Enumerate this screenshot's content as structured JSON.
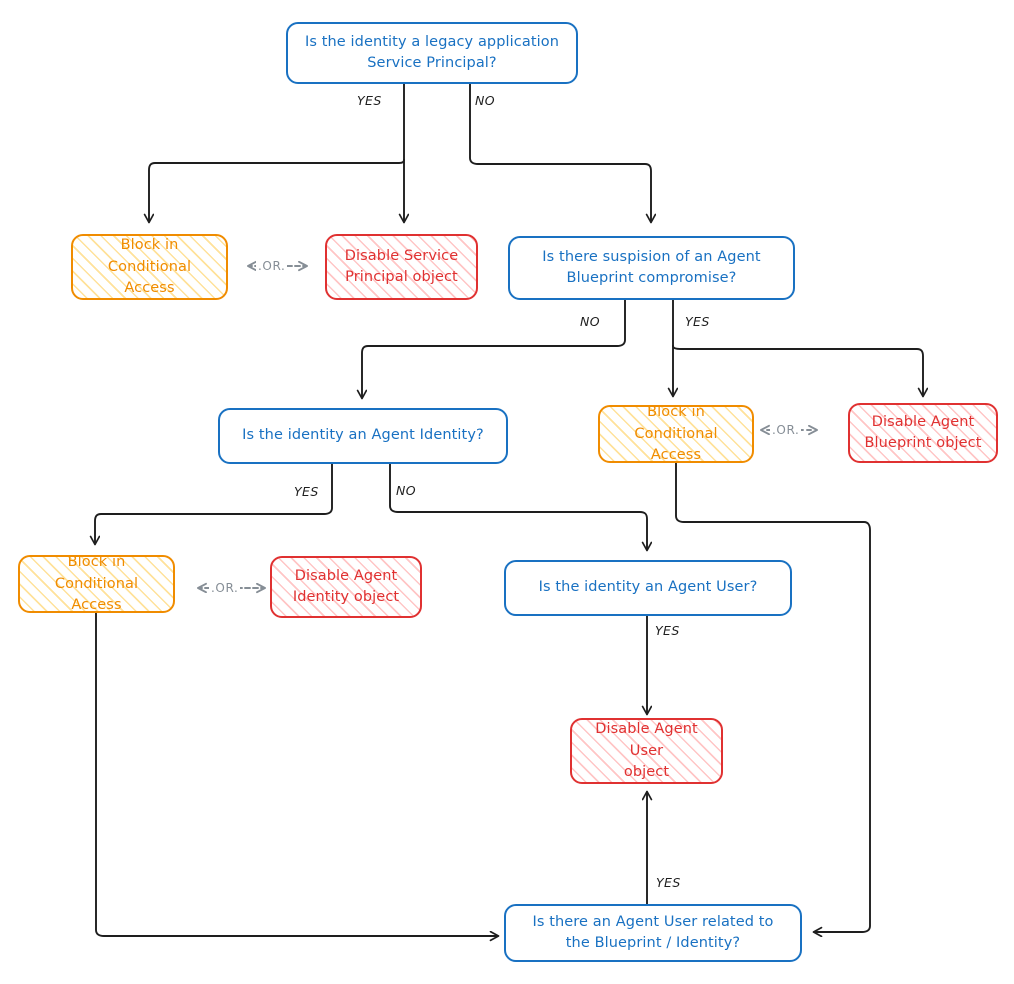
{
  "diagram": {
    "title": "Agent identity containment decision flow",
    "colors": {
      "decision_stroke": "#1971c2",
      "block_stroke": "#f08c00",
      "disable_stroke": "#e03131",
      "edge_stroke": "#1e1e1e",
      "or_connector": "#868e96",
      "background": "#ffffff"
    },
    "nodes": [
      {
        "id": "q1",
        "type": "decision",
        "label": "Is the identity a legacy application\nService Principal?"
      },
      {
        "id": "a1",
        "type": "block",
        "label": "Block in Conditional\nAccess"
      },
      {
        "id": "a2",
        "type": "disable",
        "label": "Disable Service\nPrincipal object"
      },
      {
        "id": "q2",
        "type": "decision",
        "label": "Is there suspision of an Agent\nBlueprint compromise?"
      },
      {
        "id": "q3",
        "type": "decision",
        "label": "Is the identity an Agent Identity?"
      },
      {
        "id": "a3",
        "type": "block",
        "label": "Block in Conditional\nAccess"
      },
      {
        "id": "a4",
        "type": "disable",
        "label": "Disable Agent\nBlueprint object"
      },
      {
        "id": "a5",
        "type": "block",
        "label": "Block in Conditional\nAccess"
      },
      {
        "id": "a6",
        "type": "disable",
        "label": "Disable Agent\nIdentity object"
      },
      {
        "id": "q4",
        "type": "decision",
        "label": "Is the identity an Agent User?"
      },
      {
        "id": "a7",
        "type": "disable",
        "label": "Disable Agent User\nobject"
      },
      {
        "id": "q5",
        "type": "decision",
        "label": "Is there an Agent User related to\nthe Blueprint / Identity?"
      }
    ],
    "edge_labels": [
      {
        "id": "e1",
        "text": "YES"
      },
      {
        "id": "e2",
        "text": "NO"
      },
      {
        "id": "e3",
        "text": "NO"
      },
      {
        "id": "e4",
        "text": "YES"
      },
      {
        "id": "e5",
        "text": "YES"
      },
      {
        "id": "e6",
        "text": "NO"
      },
      {
        "id": "e7",
        "text": "YES"
      },
      {
        "id": "e8",
        "text": "YES"
      }
    ],
    "or_connectors": [
      {
        "id": "or1",
        "text": ".OR."
      },
      {
        "id": "or2",
        "text": ".OR."
      },
      {
        "id": "or3",
        "text": ".OR."
      }
    ]
  }
}
